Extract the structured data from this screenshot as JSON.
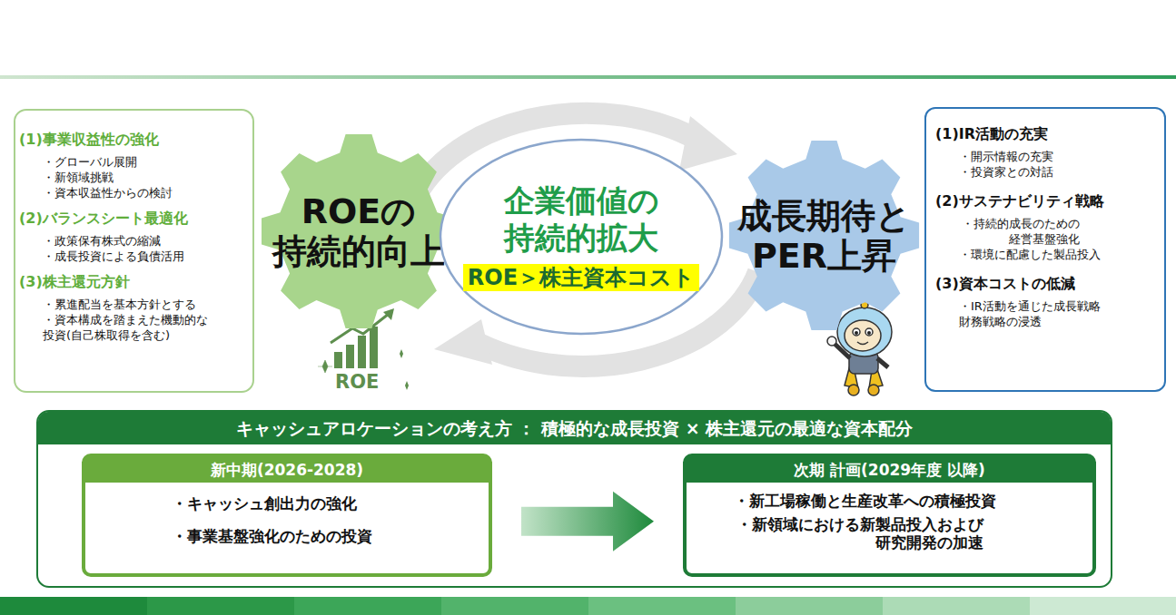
{
  "diagram": {
    "nodes": [
      {
        "text": [
          "(1)事業収益性の強化",
          "・グローバル展開",
          "・新領域挑戦",
          "・資本収益性からの検討",
          "(2)バランスシート最適化",
          "・政策保有株式の縮減",
          "・成長投資による負債活用",
          "(3)株主還元方針",
          "・累進配当を基本方針とする",
          "・資本構成を踏まえた機動的な 投資(自己株取得を含む)"
        ]
      },
      {
        "text": [
          "ROEの 持続的向上"
        ]
      },
      {
        "text": [
          "企業価値の 持続的拡大",
          "ROE＞株主資本コスト"
        ]
      },
      {
        "text": [
          "成長期待と PER上昇"
        ]
      },
      {
        "text": [
          "(1)IR活動の充実",
          "・開示情報の充実",
          "・投資家との対話",
          "(2)サステナビリティ戦略",
          "・持続的成長のための 経営基盤強化",
          "・環境に配慮した製品投入",
          "(3)資本コストの低減",
          "・IR活動を通じた成長戦略 財務戦略の浸透"
        ]
      },
      {
        "text": [
          "キャッシュアロケーションの考え方 ： 積極的な成長投資 × 株主還元の最適な資本配分"
        ]
      },
      {
        "text": [
          "新中期(2026-2028)",
          "・キャッシュ創出力の強化",
          "・事業基盤強化のための投資"
        ],
        "in": 5
      },
      {
        "text": [
          "次期 計画(2029年度 以降)",
          "・新工場稼働と生産改革への積極投資",
          "・新領域における新製品投入および 研究開発の加速"
        ],
        "in": 5
      }
    ],
    "edges": [
      {
        "from": 6,
        "to": 7,
        "arrow": "to"
      }
    ],
    "labels": [
      "ROE"
    ]
  }
}
